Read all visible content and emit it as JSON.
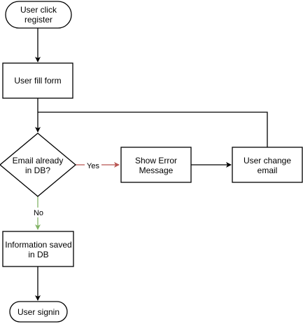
{
  "nodes": {
    "start": {
      "lines": [
        "User click",
        "register"
      ]
    },
    "fill_form": {
      "lines": [
        "User fill form"
      ]
    },
    "decision": {
      "lines": [
        "Email already",
        "in DB?"
      ]
    },
    "show_error": {
      "lines": [
        "Show Error",
        "Message"
      ]
    },
    "change_email": {
      "lines": [
        "User change",
        "email"
      ]
    },
    "info_saved": {
      "lines": [
        "Information saved",
        "in DB"
      ]
    },
    "end": {
      "lines": [
        "User signin"
      ]
    }
  },
  "edges": {
    "yes_label": "Yes",
    "no_label": "No"
  },
  "colors": {
    "stroke": "#000000",
    "yes_edge": "#b85450",
    "no_edge": "#82b366",
    "fill": "#ffffff"
  }
}
